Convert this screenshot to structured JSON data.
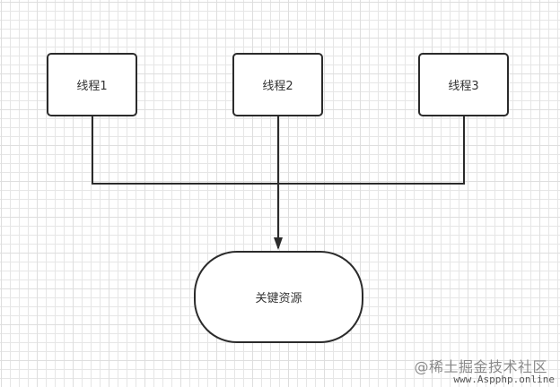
{
  "diagram": {
    "nodes": {
      "thread1": "线程1",
      "thread2": "线程2",
      "thread3": "线程3",
      "resource": "关键资源"
    },
    "edges": [
      {
        "from": "thread1",
        "to": "resource"
      },
      {
        "from": "thread2",
        "to": "resource"
      },
      {
        "from": "thread3",
        "to": "resource"
      }
    ]
  },
  "watermark": {
    "primary": "@稀土掘金技术社区",
    "secondary": "www.Aspphp.online"
  },
  "colors": {
    "stroke": "#2b2b2b",
    "grid": "#e6e6e6",
    "background": "#ffffff"
  }
}
